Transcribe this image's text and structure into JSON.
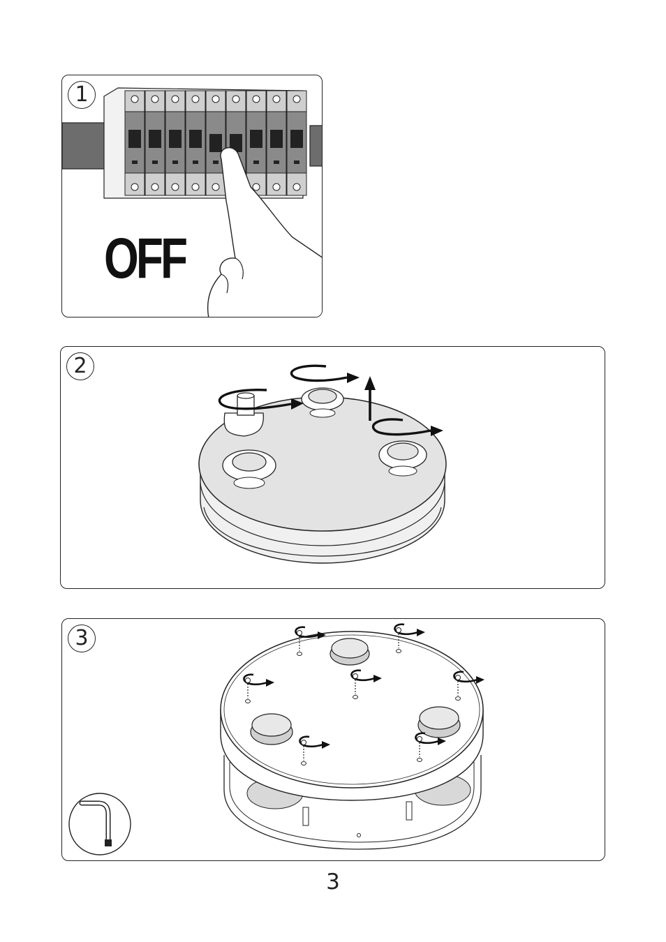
{
  "steps": [
    {
      "number": "1",
      "label": "OFF"
    },
    {
      "number": "2"
    },
    {
      "number": "3"
    }
  ],
  "page_number": "3",
  "icons": {
    "step1": [
      "breaker-panel-icon",
      "hand-icon"
    ],
    "step2": [
      "rotate-arrow-icon",
      "up-arrow-icon",
      "lamp-socket-icon"
    ],
    "step3": [
      "screw-icon",
      "rotate-arrow-icon",
      "allen-key-icon"
    ]
  }
}
